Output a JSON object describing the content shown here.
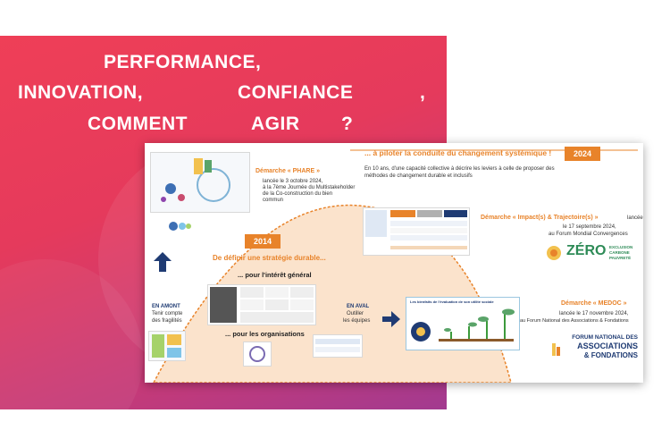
{
  "headline": {
    "line1": "PERFORMANCE,",
    "line2a": "INNOVATION,",
    "line2b": "CONFIANCE",
    "line2c": ",",
    "line3a": "COMMENT",
    "line3b": "AGIR",
    "line3c": "?"
  },
  "slide": {
    "header": "... à piloter la conduite du changement systémique !",
    "year_top": "2024",
    "intro1": "En 10 ans, d'une capacité collective à décrire les leviers à celle de proposer des",
    "intro2": "méthodes de changement durable et inclusifs",
    "phare": {
      "title": "Démarche « PHARE »",
      "l1": "lancée le 3 octobre 2024,",
      "l2": "à la 7ème Journée du Multistakeholder",
      "l3": "de la Co-construction du bien",
      "l4": "commun"
    },
    "impact": {
      "title": "Démarche « Impact(s) & Trajectoire(s) »",
      "suffix": "lancée",
      "l1": "le 17 septembre 2024,",
      "l2": "au Forum Mondial Convergences"
    },
    "medoc": {
      "title": "Démarche « MEDOC »",
      "l1": "lancée le 17 novembre 2024,",
      "l2": "au Forum National des Associations & Fondations"
    },
    "year_mid": "2014",
    "arc_title": "De définir une stratégie durable...",
    "interet": "... pour l'intérêt général",
    "organisations": "... pour les organisations",
    "amont": {
      "t": "EN AMONT",
      "l1": "Tenir compte",
      "l2": "des fragilités"
    },
    "aval": {
      "t": "EN AVAL",
      "l1": "Outiller",
      "l2": "les équipes"
    },
    "zero_logo": "ZÉRO",
    "zero_sub1": "EXCLUSION",
    "zero_sub2": "CARBONE",
    "zero_sub3": "PAUVRETÉ",
    "forum1": "FORUM NATIONAL DES",
    "forum2": "ASSOCIATIONS",
    "forum3": "& FONDATIONS",
    "plants_caption": "Les bienfaits de l'évaluation de son utilité sociale"
  },
  "colors": {
    "banner_start": "#ef3f57",
    "banner_end": "#a23a90",
    "accent": "#e8832a",
    "navy": "#1f3b73"
  }
}
